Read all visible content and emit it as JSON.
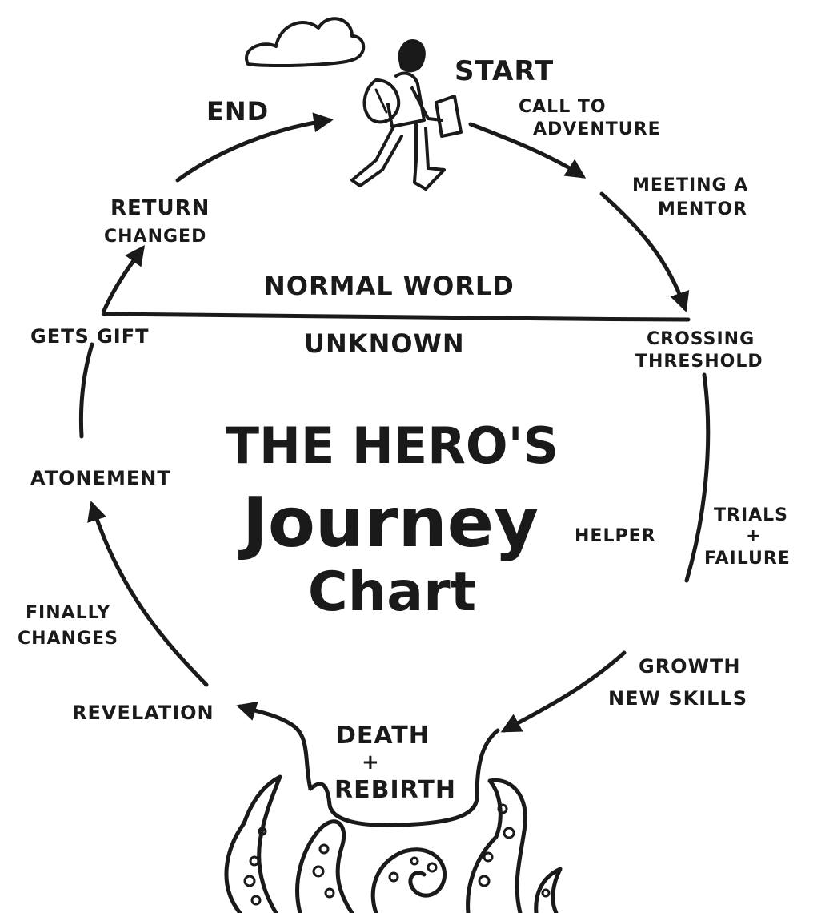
{
  "diagram": {
    "labels": {
      "start": "START",
      "end": "END",
      "call_line1": "CALL TO",
      "call_line2": "ADVENTURE",
      "mentor_line1": "MEETING A",
      "mentor_line2": "MENTOR",
      "return_line1": "RETURN",
      "return_line2": "CHANGED",
      "normal_world": "NORMAL WORLD",
      "unknown": "UNKNOWN",
      "gets_gift": "GETS GIFT",
      "crossing_line1": "CROSSING",
      "crossing_line2": "THRESHOLD",
      "atonement": "ATONEMENT",
      "helper": "HELPER",
      "trials_line1": "TRIALS",
      "trials_line2": "+",
      "trials_line3": "FAILURE",
      "finally_line1": "FINALLY",
      "finally_line2": "CHANGES",
      "growth_line1": "GROWTH",
      "growth_line2": "NEW SKILLS",
      "revelation": "REVELATION",
      "death_line1": "DEATH",
      "death_line2": "+",
      "death_line3": "REBIRTH"
    },
    "title": {
      "line1": "THE HERO'S",
      "line2": "Journey",
      "line3": "Chart"
    },
    "icons": [
      "cloud-icon",
      "hiker-icon",
      "tentacles-icon"
    ],
    "colors": {
      "ink": "#1a1a1a",
      "paper": "#ffffff"
    }
  }
}
